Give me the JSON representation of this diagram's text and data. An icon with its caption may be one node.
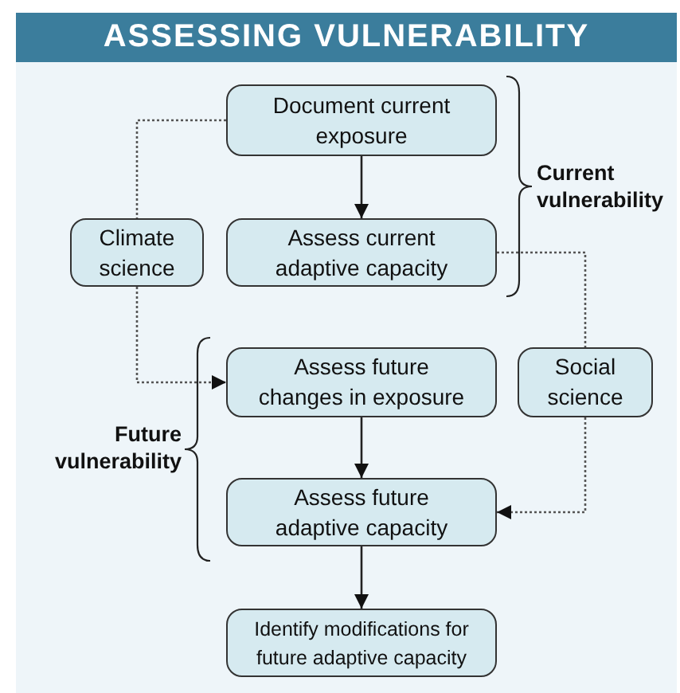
{
  "diagram": {
    "title": "ASSESSING VULNERABILITY",
    "nodes": [
      {
        "text": [
          "Document current exposure"
        ]
      },
      {
        "text": [
          "Climate science"
        ]
      },
      {
        "text": [
          "Assess current adaptive capacity"
        ]
      },
      {
        "text": [
          "Social science"
        ]
      },
      {
        "text": [
          "Assess future changes in exposure"
        ]
      },
      {
        "text": [
          "Assess future adaptive capacity"
        ]
      },
      {
        "text": [
          "Identify modifications for future adaptive capacity"
        ]
      }
    ],
    "edges": [
      {
        "from": 0,
        "to": 2,
        "arrow": "to"
      },
      {
        "from": 0,
        "to": 1,
        "arrow": "none",
        "style": "dashed"
      },
      {
        "from": 1,
        "to": 4,
        "arrow": "to",
        "style": "dashed"
      },
      {
        "from": 2,
        "to": 3,
        "arrow": "none",
        "style": "dashed"
      },
      {
        "from": 3,
        "to": 5,
        "arrow": "to",
        "style": "dashed"
      },
      {
        "from": 4,
        "to": 5,
        "arrow": "to"
      },
      {
        "from": 5,
        "to": 6,
        "arrow": "to"
      }
    ],
    "labels": [
      "Current vulnerability",
      "Future vulnerability"
    ]
  }
}
